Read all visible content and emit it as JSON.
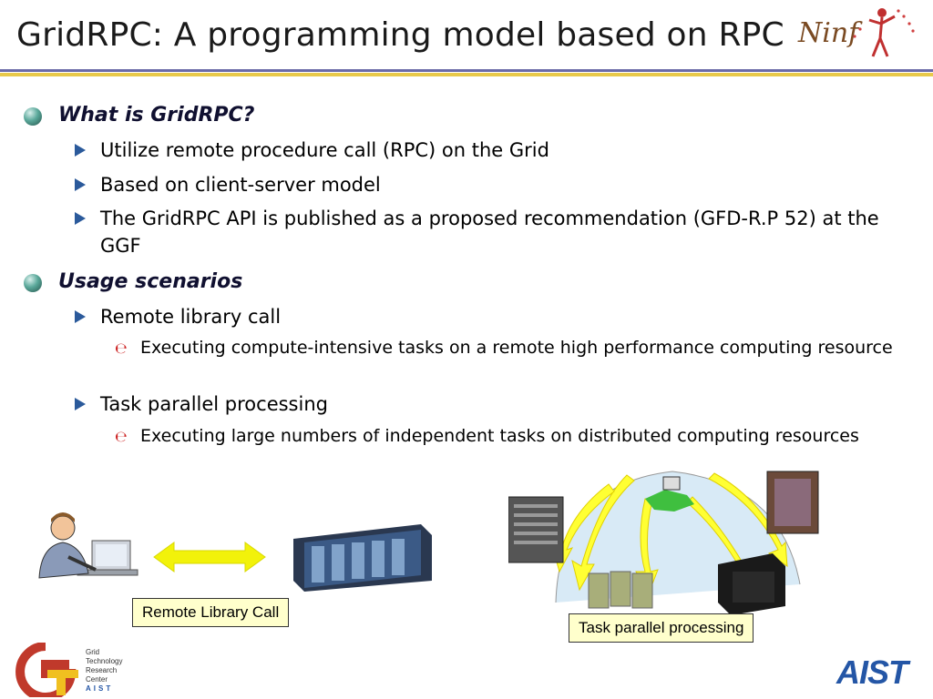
{
  "slide": {
    "title": "GridRPC: A programming model based on RPC"
  },
  "logos": {
    "ninf": "Ninf",
    "gtrc": {
      "lines": [
        "Grid",
        "Technology",
        "Research",
        "Center",
        "AIST"
      ]
    },
    "aist": "AIST"
  },
  "bullets": {
    "what_is": "What is GridRPC?",
    "what_items": [
      "Utilize remote procedure call (RPC) on the Grid",
      "Based on client-server model",
      "The GridRPC API is published as a proposed recommendation (GFD-R.P 52) at the GGF"
    ],
    "usage": "Usage scenarios",
    "remote_lib": "Remote library call",
    "remote_lib_detail": "Executing compute-intensive tasks on a remote high performance computing resource",
    "task_parallel": "Task parallel processing",
    "task_parallel_detail": "Executing large numbers of independent tasks on distributed computing resources"
  },
  "captions": {
    "remote": "Remote Library Call",
    "task": "Task parallel processing"
  },
  "colors": {
    "title_rule_blue": "#6a6aa8",
    "title_rule_gold": "#e8c94a",
    "bullet_triangle": "#2b5a9b",
    "caption_bg": "#ffffcc"
  }
}
